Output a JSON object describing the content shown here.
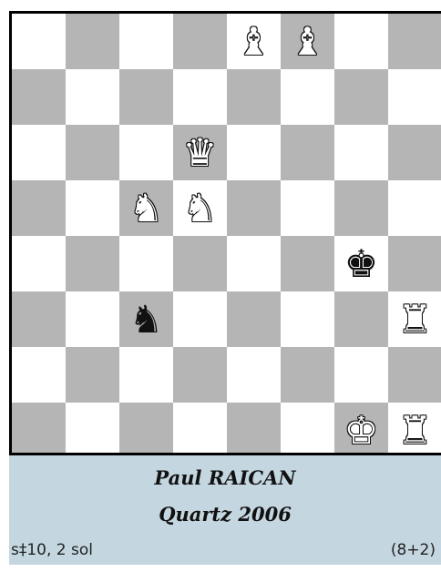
{
  "diagram": {
    "author": "Paul RAICAN",
    "source": "Quartz 2006",
    "stipulation": "s‡10, 2 sol",
    "piece_count": "(8+2)",
    "colors": {
      "light_square": "#ffffff",
      "dark_square": "#b5b5b5",
      "caption_bg": "#c4d6e0"
    },
    "pieces": [
      {
        "color": "white",
        "type": "bishop",
        "square": "e8",
        "glyph": "♝"
      },
      {
        "color": "white",
        "type": "bishop",
        "square": "f8",
        "glyph": "♝"
      },
      {
        "color": "white",
        "type": "queen",
        "square": "d6",
        "glyph": "♛"
      },
      {
        "color": "white",
        "type": "knight",
        "square": "c5",
        "glyph": "♞"
      },
      {
        "color": "white",
        "type": "knight",
        "square": "d5",
        "glyph": "♞"
      },
      {
        "color": "black",
        "type": "king",
        "square": "g4",
        "glyph": "♚"
      },
      {
        "color": "black",
        "type": "knight",
        "square": "c3",
        "glyph": "♞"
      },
      {
        "color": "white",
        "type": "rook",
        "square": "h3",
        "glyph": "♜"
      },
      {
        "color": "white",
        "type": "king",
        "square": "g1",
        "glyph": "♚"
      },
      {
        "color": "white",
        "type": "rook",
        "square": "h1",
        "glyph": "♜"
      }
    ]
  }
}
